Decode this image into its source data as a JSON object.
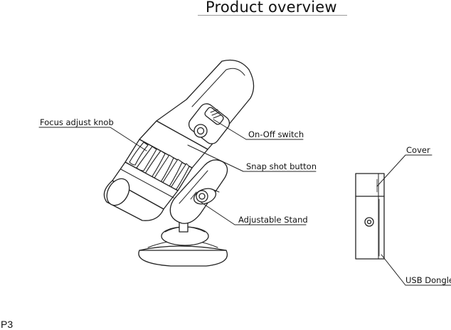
{
  "page": {
    "title": "Product overview",
    "page_number": "P3"
  },
  "callouts": {
    "focus_knob": "Focus adjust knob",
    "on_off": "On-Off switch",
    "snap_shot": "Snap shot button",
    "stand": "Adjustable Stand",
    "cover": "Cover",
    "usb_dongle": "USB Dongle"
  }
}
